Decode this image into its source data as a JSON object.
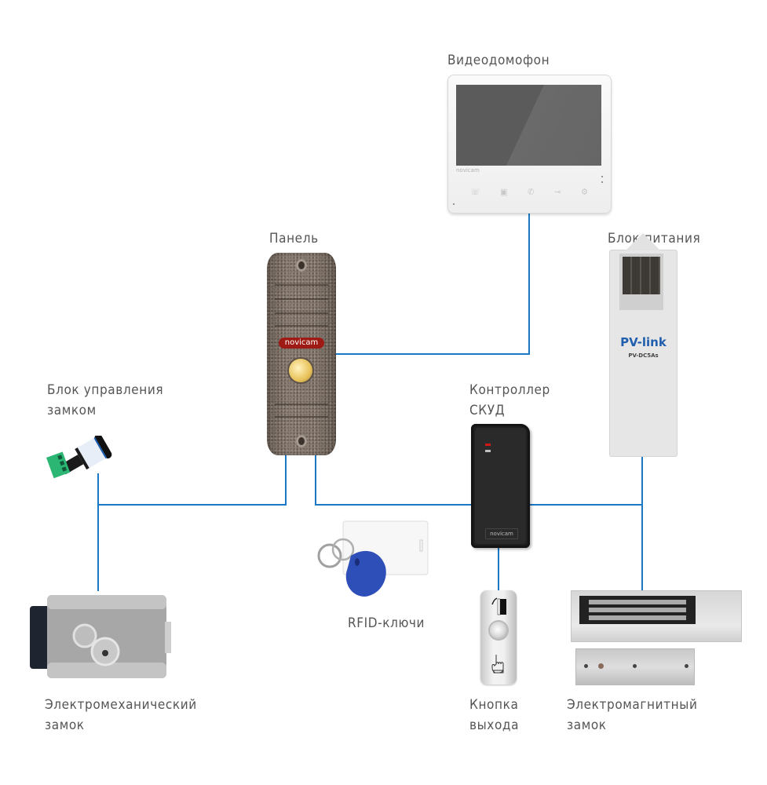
{
  "diagram": {
    "title": "Схема подключения видеодомофона и СКУД",
    "wire_color": "#1a78c6",
    "label_color": "#555555"
  },
  "devices": {
    "monitor": {
      "label": "Видеодомофон",
      "brand": "novicam",
      "buttons": [
        "intercom-icon",
        "photo-icon",
        "phone-icon",
        "key-icon",
        "gear-icon"
      ]
    },
    "panel": {
      "label": "Панель",
      "brand": "novicam"
    },
    "power_supply": {
      "label": "Блок питания",
      "brand": "PV-link",
      "model": "PV-DC5As"
    },
    "lock_controller": {
      "label_line1": "Блок управления",
      "label_line2": "замком"
    },
    "access_controller": {
      "label_line1": "Контроллер",
      "label_line2": "СКУД",
      "brand": "novicam"
    },
    "rfid": {
      "label": "RFID-ключи"
    },
    "exit_button": {
      "label_line1": "Кнопка",
      "label_line2": "выхода"
    },
    "em_lock": {
      "label_line1": "Электромеханический",
      "label_line2": "замок"
    },
    "mag_lock": {
      "label_line1": "Электромагнитный",
      "label_line2": "замок"
    }
  }
}
